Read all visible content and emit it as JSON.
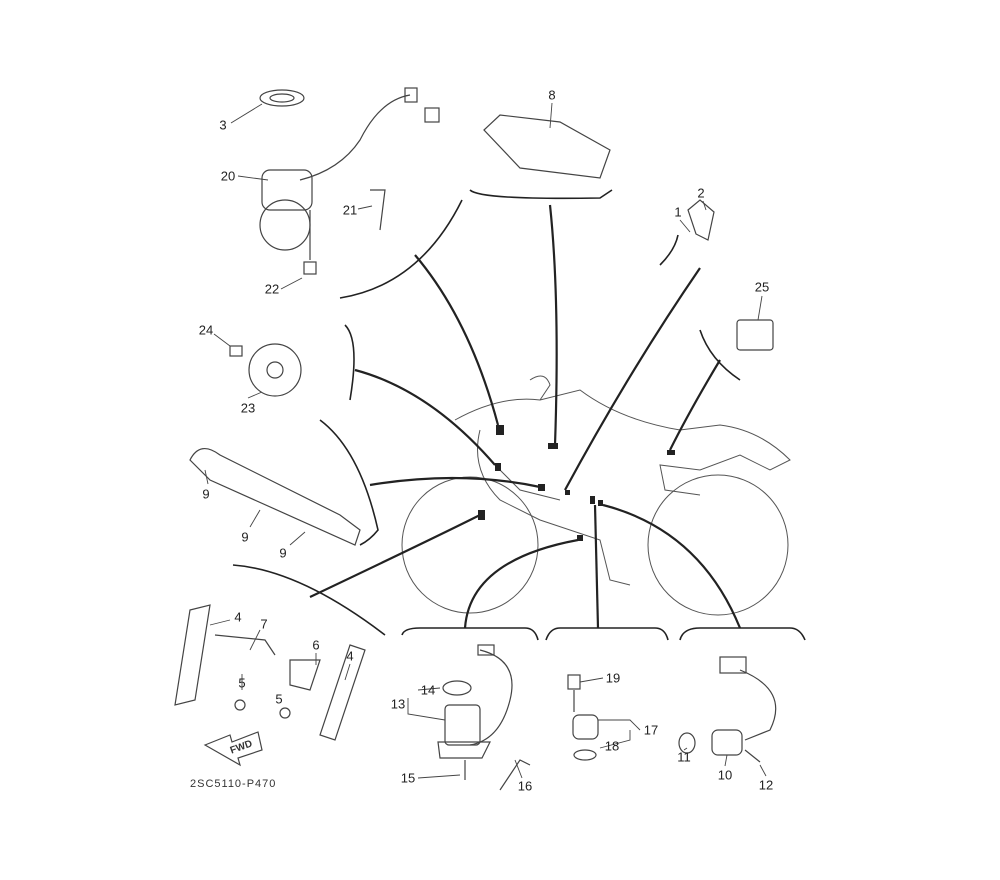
{
  "diagram_code": "2SC5110-P470",
  "direction_arrow_label": "FWD",
  "callouts": {
    "c3": "3",
    "c20": "20",
    "c21": "21",
    "c22": "22",
    "c8": "8",
    "c1": "1",
    "c2": "2",
    "c25": "25",
    "c24": "24",
    "c23": "23",
    "c9a": "9",
    "c9b": "9",
    "c9c": "9",
    "c4a": "4",
    "c7": "7",
    "c5a": "5",
    "c6": "6",
    "c4b": "4",
    "c5b": "5",
    "c14": "14",
    "c13": "13",
    "c15": "15",
    "c16": "16",
    "c19": "19",
    "c17": "17",
    "c18": "18",
    "c11": "11",
    "c10": "10",
    "c12": "12"
  }
}
